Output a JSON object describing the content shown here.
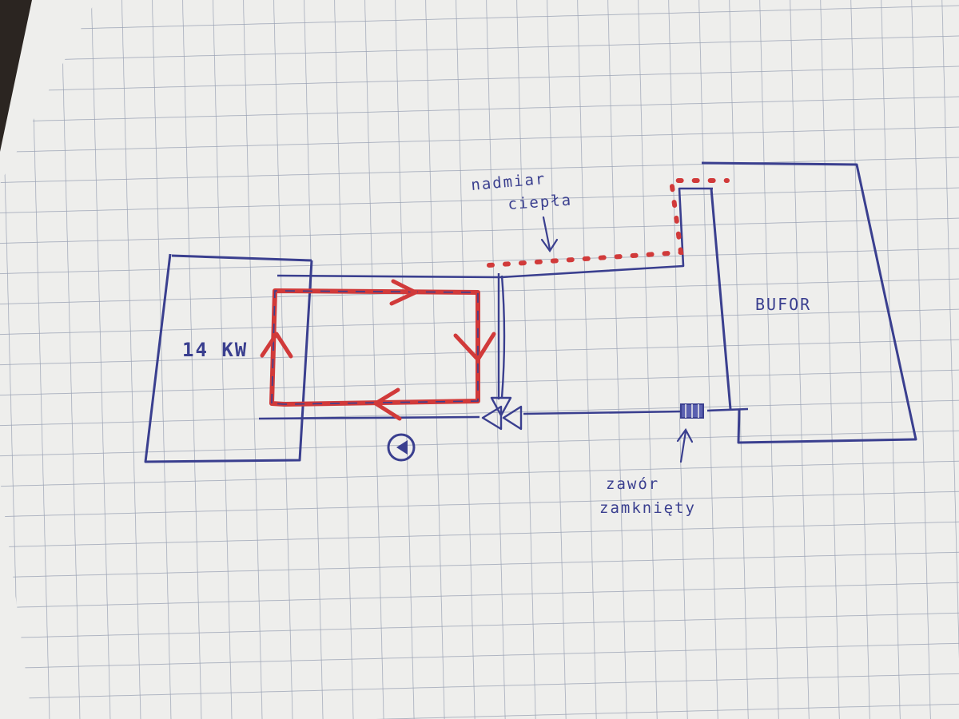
{
  "diagram": {
    "labels": {
      "boiler_power": "14 KW",
      "buffer": "BUFOR",
      "excess_heat_line1": "nadmiar",
      "excess_heat_line2": "ciepła",
      "valve_line1": "zawór",
      "valve_line2": "zamknięty"
    },
    "colors": {
      "paper": "#eeeeec",
      "grid": "#9aa2b4",
      "ink_blue": "#3a3f8f",
      "ink_red": "#d13a3a",
      "background": "#2b2521"
    },
    "icons": {
      "pump": "pump-symbol",
      "three_way_valve": "three-way-valve-symbol",
      "closed_valve": "closed-valve-symbol"
    }
  }
}
